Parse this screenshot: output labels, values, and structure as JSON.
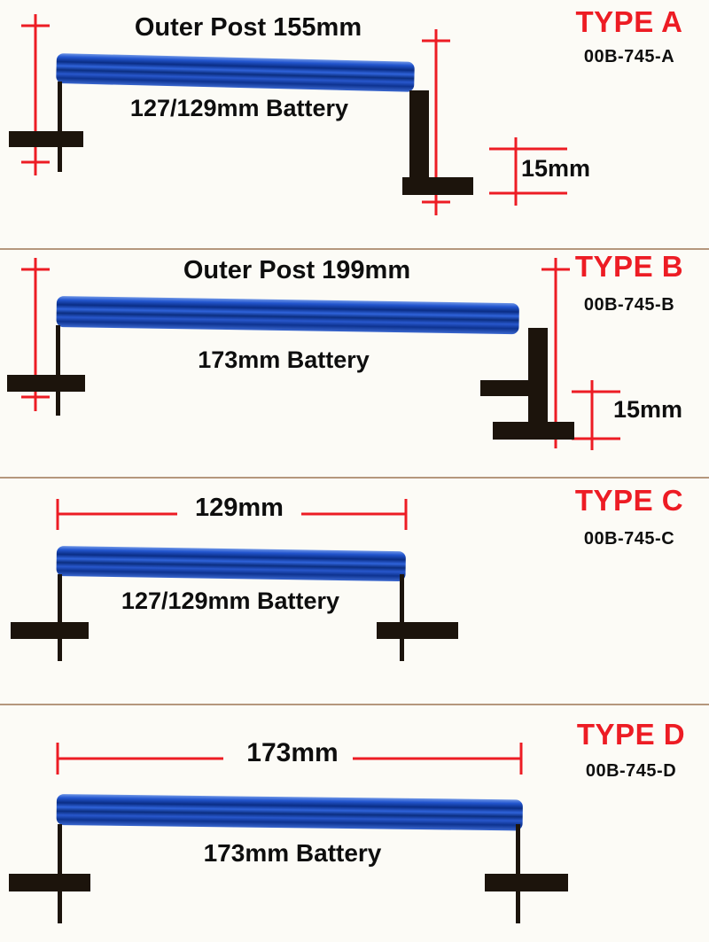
{
  "colors": {
    "accent_red": "#ed1c24",
    "bar_blue": "#1c4fc5",
    "bracket_black": "#1c140c",
    "divider_tan": "#b5977d",
    "background": "#fcfbf6",
    "text_black": "#0e0e0e"
  },
  "sections": [
    {
      "type_label": "TYPE A",
      "part_number": "00B-745-A",
      "outer_dimension": "Outer Post 155mm",
      "battery_label": "127/129mm Battery",
      "offset_label": "15mm"
    },
    {
      "type_label": "TYPE B",
      "part_number": "00B-745-B",
      "outer_dimension": "Outer Post 199mm",
      "battery_label": "173mm Battery",
      "offset_label": "15mm"
    },
    {
      "type_label": "TYPE C",
      "part_number": "00B-745-C",
      "outer_dimension": "129mm",
      "battery_label": "127/129mm Battery"
    },
    {
      "type_label": "TYPE D",
      "part_number": "00B-745-D",
      "outer_dimension": "173mm",
      "battery_label": "173mm Battery"
    }
  ]
}
